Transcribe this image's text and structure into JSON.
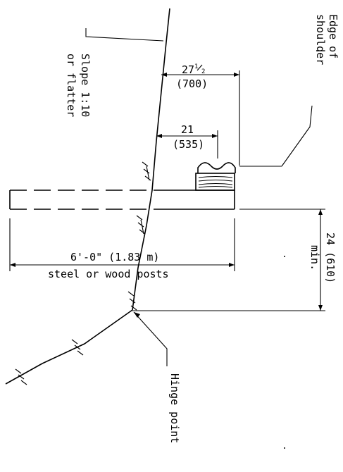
{
  "labels": {
    "slope": [
      "Slope 1:10",
      "or flatter"
    ],
    "edge_of_shoulder": [
      "Edge of",
      "shoulder"
    ],
    "hinge_point": "Hinge point",
    "post_length": "6'-0\" (1.83 m)",
    "post_type": "steel or wood posts",
    "embed_depth": "24 (610)",
    "embed_min": "min.",
    "offset_large": "27",
    "offset_large_fraction_num": "1",
    "offset_large_fraction_den": "2",
    "offset_large_metric": "(700)",
    "offset_small": "21",
    "offset_small_metric": "(535)"
  }
}
